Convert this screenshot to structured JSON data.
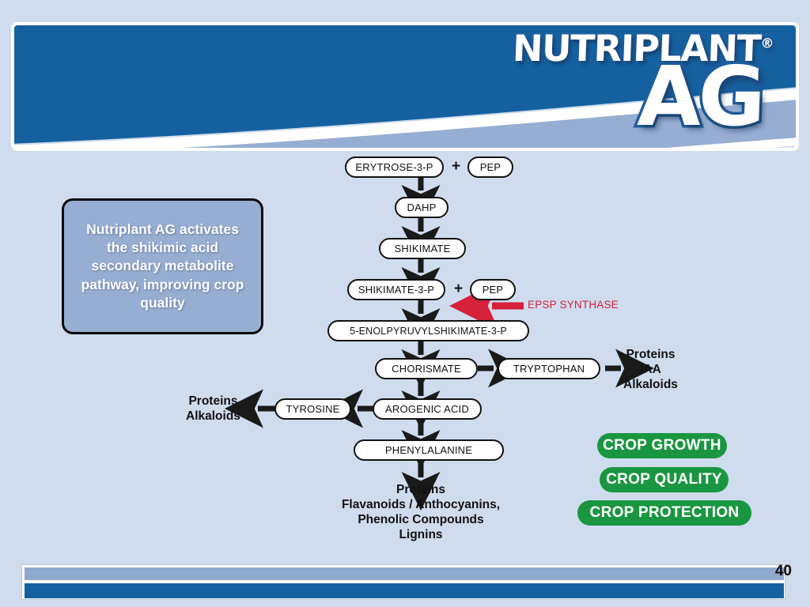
{
  "slide": {
    "number": "40",
    "background_color": "#cfdcee"
  },
  "brand": {
    "logo_top": "NUTRIPLANT",
    "logo_registered": "®",
    "logo_bottom": "AG",
    "header_dark_color": "#15619f",
    "header_light_color": "#96aed1"
  },
  "callout": {
    "text": "Nutriplant AG activates the shikimic acid secondary metabolite pathway, improving crop quality"
  },
  "pathway": {
    "nodes": [
      {
        "id": "erythrose",
        "label": "ERYTROSE-3-P"
      },
      {
        "id": "pep1",
        "label": "PEP"
      },
      {
        "id": "dahp",
        "label": "DAHP"
      },
      {
        "id": "shikimate",
        "label": "SHIKIMATE"
      },
      {
        "id": "shikimate3p",
        "label": "SHIKIMATE-3-P"
      },
      {
        "id": "pep2",
        "label": "PEP"
      },
      {
        "id": "epsp",
        "label": "5-ENOLPYRUVYLSHIKIMATE-3-P"
      },
      {
        "id": "chorismate",
        "label": "CHORISMATE"
      },
      {
        "id": "tryptophan",
        "label": "TRYPTOPHAN"
      },
      {
        "id": "tyrosine",
        "label": "TYROSINE"
      },
      {
        "id": "arogenic",
        "label": "AROGENIC ACID"
      },
      {
        "id": "phenylalanine",
        "label": "PHENYLALANINE"
      }
    ],
    "plus_symbols": [
      "+",
      "+"
    ],
    "enzyme_annotation": {
      "label": "EPSP SYNTHASE",
      "color": "#d6213a"
    },
    "products": {
      "tryptophan_products": "Proteins\nIAA\nAlkaloids",
      "tyrosine_products": "Proteins\nAlkaloids",
      "phenylalanine_products": "Proteins\nFlavanoids / Anthocyanins,\nPhenolic Compounds\nLignins"
    }
  },
  "badges": [
    {
      "label": "CROP GROWTH",
      "color": "#1a9641"
    },
    {
      "label": "CROP QUALITY",
      "color": "#1a9641"
    },
    {
      "label": "CROP PROTECTION",
      "color": "#1a9641"
    }
  ]
}
